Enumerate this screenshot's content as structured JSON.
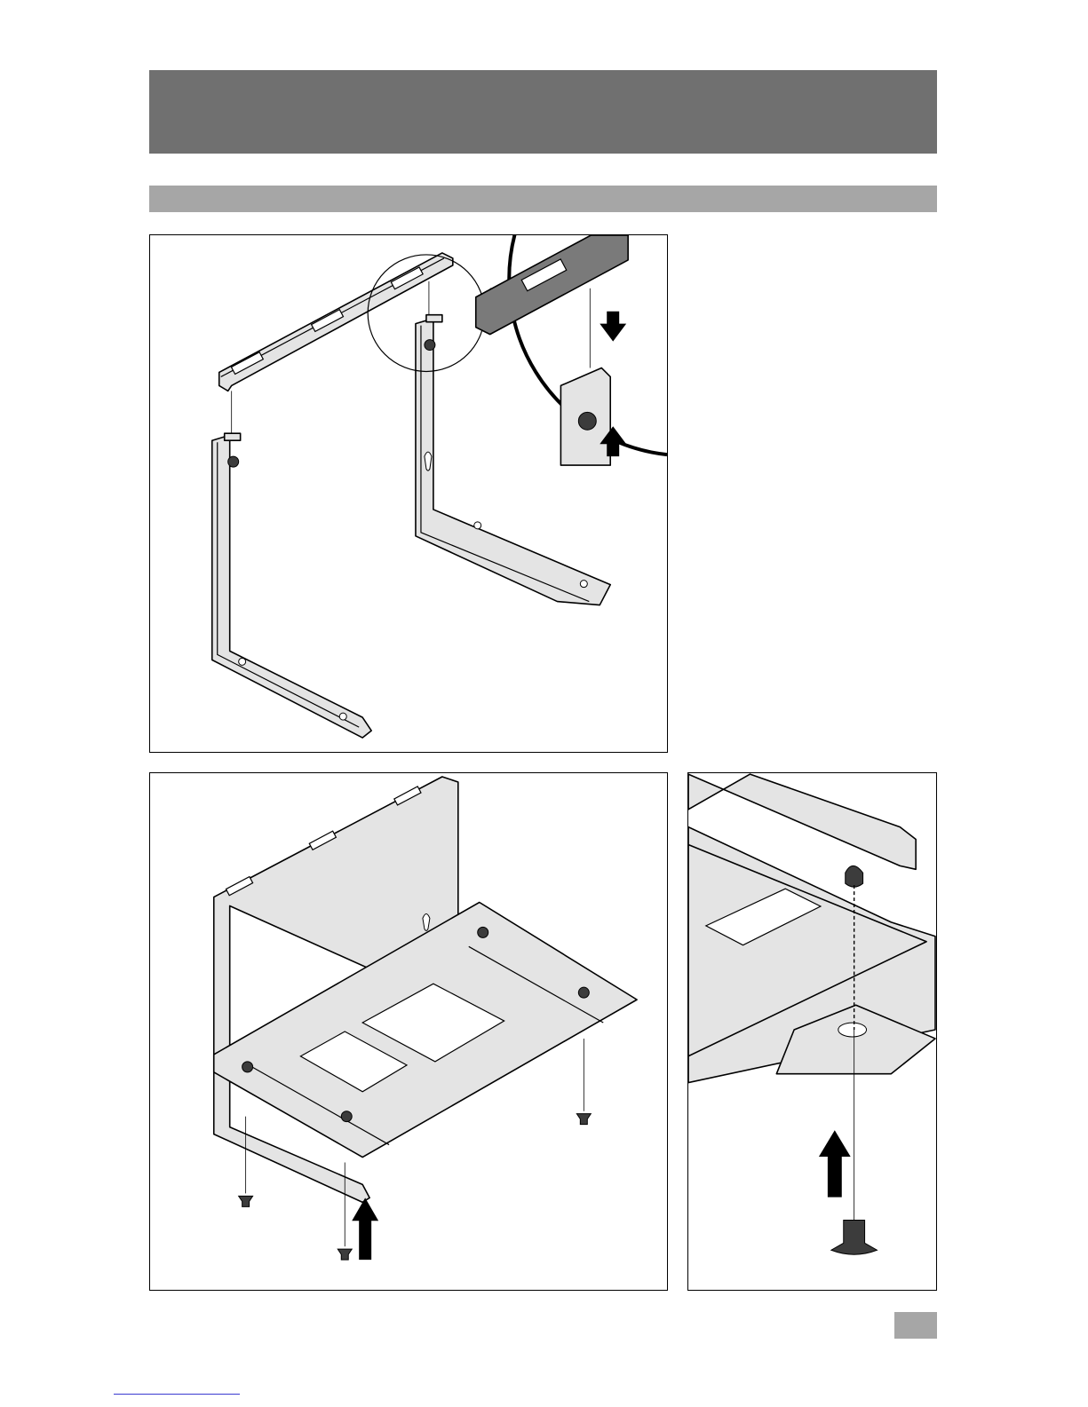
{
  "page": {
    "header_title": "",
    "section_title": "",
    "page_number": "",
    "footer_link": ""
  },
  "colors": {
    "header_bar": "#707070",
    "section_bar": "#a6a6a6",
    "part_fill": "#e4e4e4",
    "highlight_part": "#7a7a7a",
    "footer_link": "#3a3ad0"
  },
  "figures": [
    {
      "id": "fig1",
      "subject": "upper-crossbar-attached-to-two-side-brackets-with-detail-circle"
    },
    {
      "id": "fig2",
      "subject": "tray-mounted-on-bracket-frame-with-screws-from-below"
    },
    {
      "id": "fig3",
      "subject": "detail-of-screw-inserted-from-below-through-bracket-into-tray-nut"
    }
  ]
}
